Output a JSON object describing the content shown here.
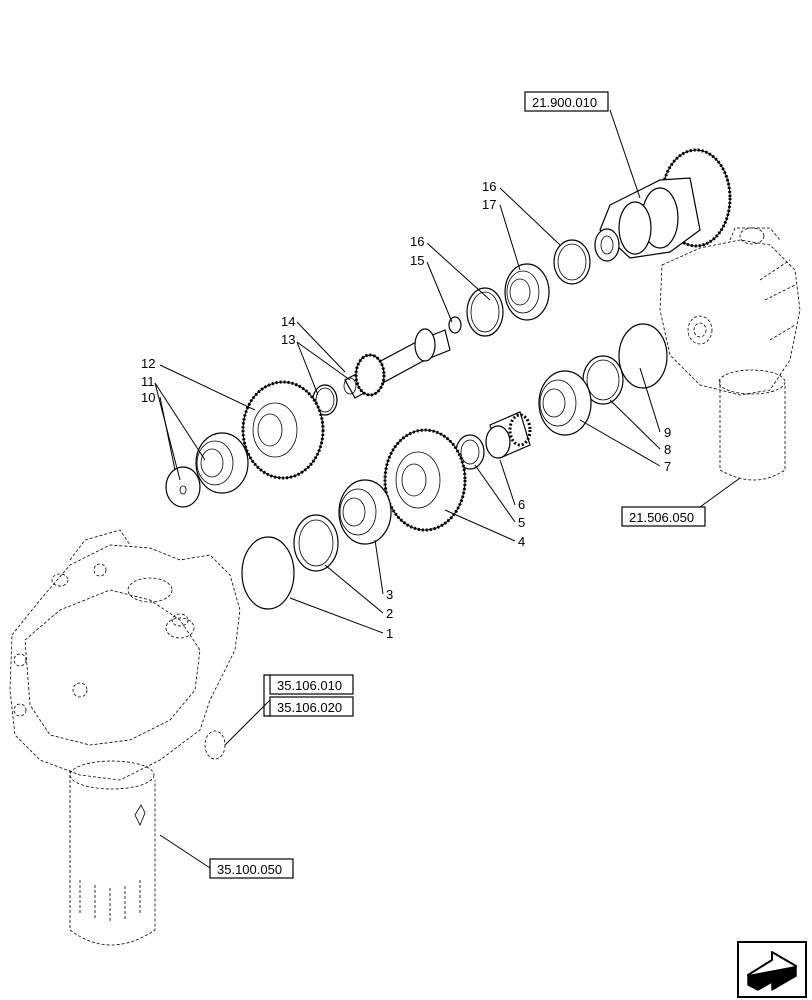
{
  "callouts": [
    "1",
    "2",
    "3",
    "4",
    "5",
    "6",
    "7",
    "8",
    "9",
    "10",
    "11",
    "12",
    "13",
    "14",
    "15",
    "16",
    "16",
    "17"
  ],
  "references": {
    "ref_21_900_010": "21.900.010",
    "ref_21_506_050": "21.506.050",
    "ref_35_106_010": "35.106.010",
    "ref_35_106_020": "35.106.020",
    "ref_35_100_050": "35.100.050"
  },
  "nav": {
    "icon": "next-page-arrow-icon"
  }
}
